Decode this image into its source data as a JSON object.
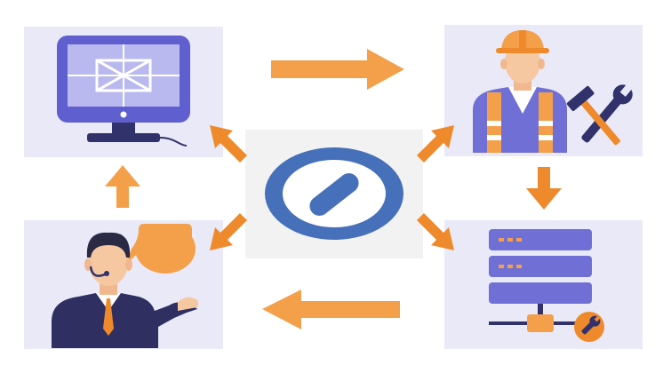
{
  "diagram": {
    "nodes": [
      {
        "id": "monitor",
        "icon": "monitor-icon"
      },
      {
        "id": "engineer",
        "icon": "engineer-icon"
      },
      {
        "id": "server",
        "icon": "server-rack-icon"
      },
      {
        "id": "support",
        "icon": "support-agent-icon"
      },
      {
        "id": "hub",
        "icon": "hub-logo-icon"
      }
    ],
    "colors": {
      "panel": "#e9e9f8",
      "center_panel": "#f2f2f2",
      "arrow_light": "#f4a04a",
      "arrow_dark": "#ee8a2b",
      "accent_purple": "#6f6fd6",
      "logo_blue": "#4670b9"
    }
  }
}
